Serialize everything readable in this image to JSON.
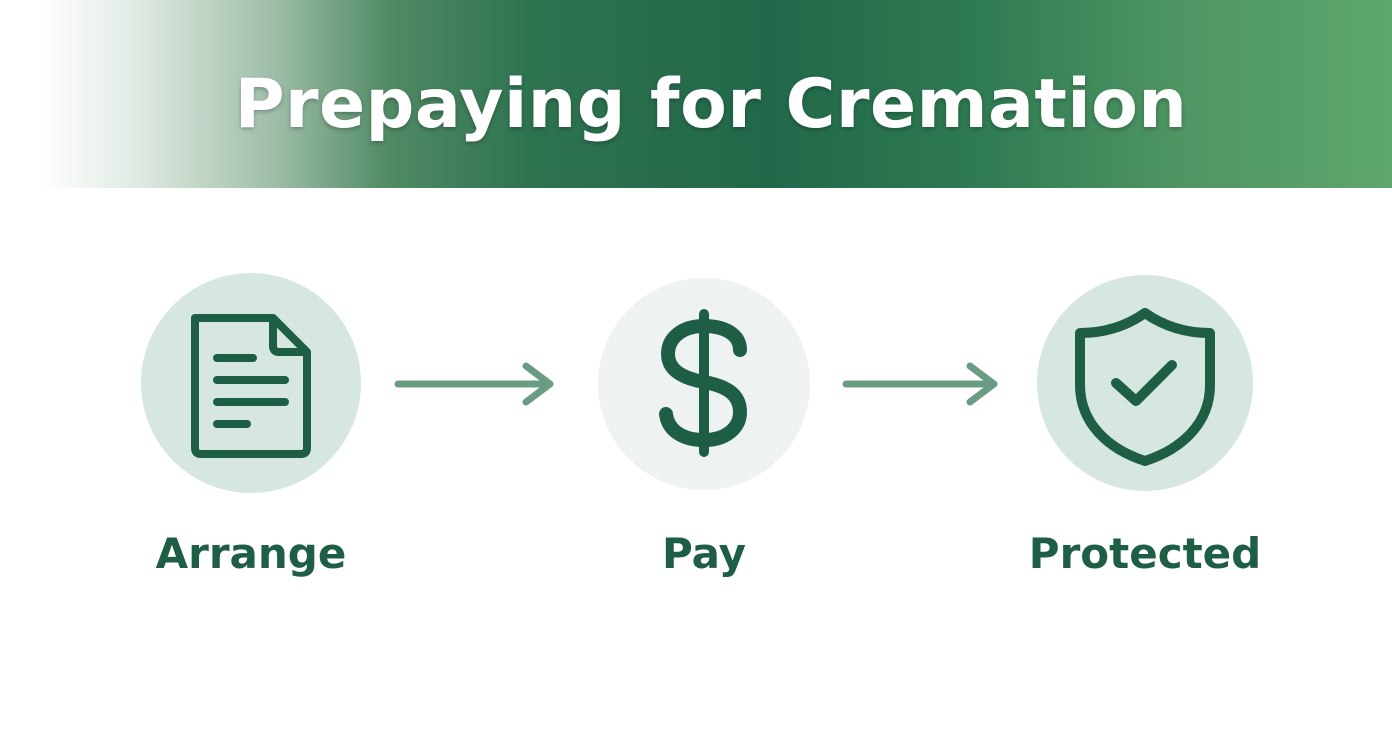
{
  "header": {
    "title": "Prepaying for Cremation"
  },
  "steps": [
    {
      "label": "Arrange",
      "icon": "document-icon"
    },
    {
      "label": "Pay",
      "icon": "dollar-icon"
    },
    {
      "label": "Protected",
      "icon": "shield-check-icon"
    }
  ],
  "colors": {
    "primary": "#1d5e45",
    "arrow": "#6a9c84",
    "circle_light_green": "#d6e6e0",
    "circle_light_gray": "#eff2f3"
  }
}
